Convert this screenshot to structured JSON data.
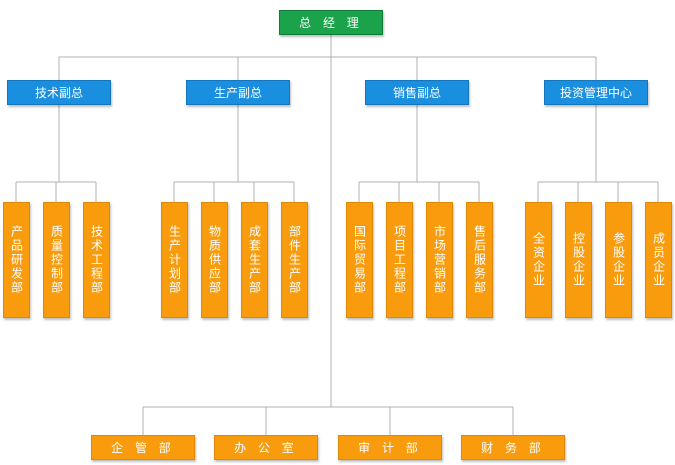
{
  "colors": {
    "root": "#1aa34a",
    "vp": "#1a8fe0",
    "dept": "#f89c0e",
    "line": "#b0b0b0"
  },
  "root": {
    "label": "总 经 理"
  },
  "vps": [
    {
      "label": "技术副总",
      "depts": [
        "产品研发部",
        "质量控制部",
        "技术工程部"
      ]
    },
    {
      "label": "生产副总",
      "depts": [
        "生产计划部",
        "物质供应部",
        "成套生产部",
        "部件生产部"
      ]
    },
    {
      "label": "销售副总",
      "depts": [
        "国际贸易部",
        "项目工程部",
        "市场营销部",
        "售后服务部"
      ]
    },
    {
      "label": "投资管理中心",
      "depts": [
        "全资企业",
        "控股企业",
        "参股企业",
        "成员企业"
      ]
    }
  ],
  "bottom_depts": [
    "企 管 部",
    "办 公 室",
    "审 计 部",
    "财 务 部"
  ]
}
